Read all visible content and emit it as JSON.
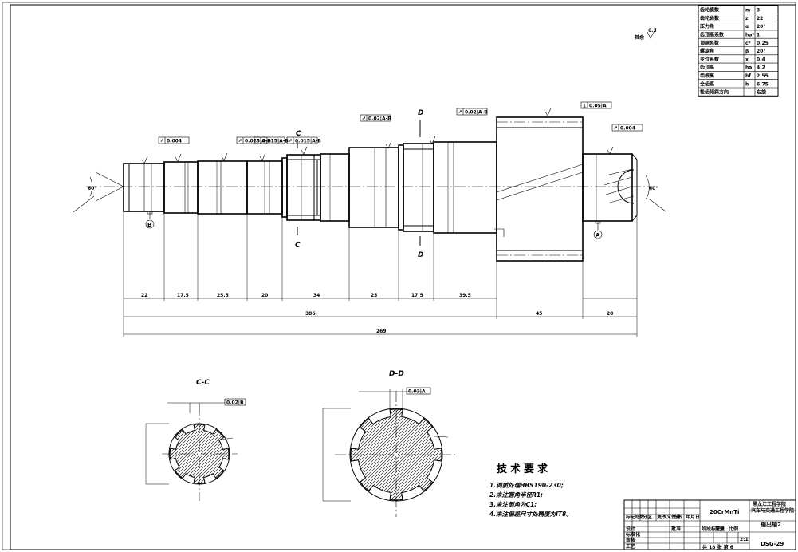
{
  "param_table": {
    "rows": [
      {
        "name": "齿轮模数",
        "sym": "m",
        "val": "3"
      },
      {
        "name": "齿轮齿数",
        "sym": "z",
        "val": "22"
      },
      {
        "name": "压力角",
        "sym": "α",
        "val": "20°"
      },
      {
        "name": "齿顶高系数",
        "sym": "ha*",
        "val": "1"
      },
      {
        "name": "顶隙系数",
        "sym": "c*",
        "val": "0.25"
      },
      {
        "name": "螺旋角",
        "sym": "β",
        "val": "20°"
      },
      {
        "name": "变位系数",
        "sym": "x",
        "val": "0.4"
      },
      {
        "name": "齿顶高",
        "sym": "ha",
        "val": "4.2"
      },
      {
        "name": "齿根高",
        "sym": "hf",
        "val": "2.55"
      },
      {
        "name": "全齿高",
        "sym": "h",
        "val": "6.75"
      },
      {
        "name": "轮齿倾斜方向",
        "sym": "",
        "val": "右旋"
      }
    ]
  },
  "rest_roughness": {
    "label": "其余",
    "value": "6.3"
  },
  "dimensions": {
    "segments": [
      "22",
      "17.5",
      "25.5",
      "20",
      "34",
      "25",
      "17.5",
      "39.5",
      "45",
      "28"
    ],
    "overall_left": "386",
    "overall_total": "269"
  },
  "datums": {
    "a": "A",
    "b": "B"
  },
  "section_labels": {
    "c": "C",
    "d": "D",
    "cc": "C-C",
    "dd": "D-D"
  },
  "tolerance_frames": [
    {
      "sym": "↗",
      "val": "0.004"
    },
    {
      "sym": "↗",
      "val": "0.025|A-B"
    },
    {
      "sym": "↗",
      "val": "0.015|A-B"
    },
    {
      "sym": "↗",
      "val": "0.015|A-B"
    },
    {
      "sym": "↗",
      "val": "0.02|A-B"
    },
    {
      "sym": "↗",
      "val": "0.02|A-B"
    },
    {
      "sym": "⊥",
      "val": "0.05|A"
    },
    {
      "sym": "↗",
      "val": "0.004"
    },
    {
      "sym": "≡",
      "val": "0.02|B"
    },
    {
      "sym": "≡",
      "val": "0.03|A"
    }
  ],
  "tech_requirements": {
    "title": "技术要求",
    "items": [
      "1.调质处理HBS190-230;",
      "2.未注圆角半径R1;",
      "3.未注倒角为C1;",
      "4.未注偏差尺寸处精度为IT8。"
    ]
  },
  "title_block": {
    "material": "20CrMnTi",
    "school_line1": "黑龙江工程学院",
    "school_line2": "汽车与交通工程学院",
    "part_name": "输出轴2",
    "drawing_no": "DSG-29",
    "scale": "2:1",
    "sheets": "共 18 张  第 6",
    "role_design": "设计",
    "role_check": "审核",
    "role_process": "工艺",
    "labels": [
      "标记",
      "处数",
      "分区",
      "更改文件号",
      "签名",
      "年月日",
      "阶段标记",
      "重量",
      "比例",
      "标准化",
      "批准"
    ]
  },
  "angles": {
    "center_left": "60°",
    "center_right": "60°"
  }
}
